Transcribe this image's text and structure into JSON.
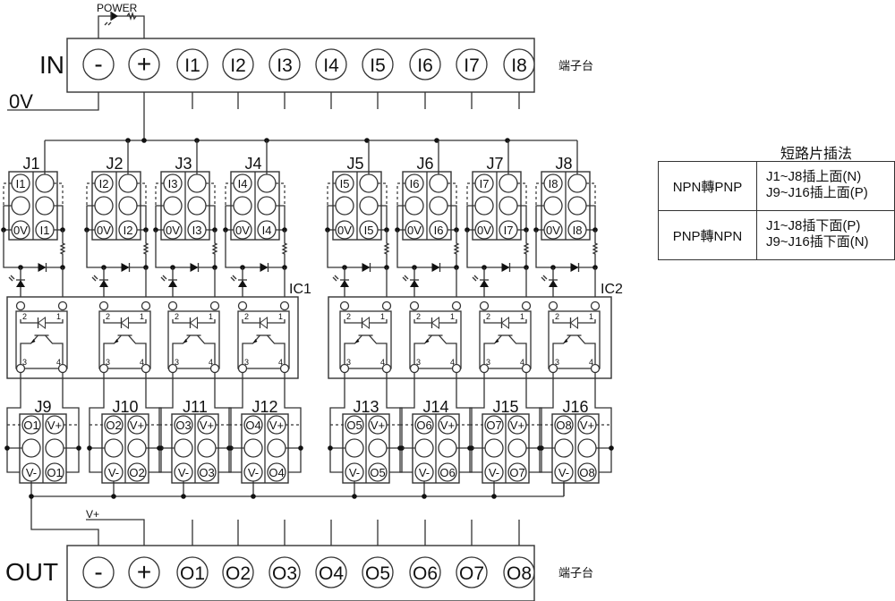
{
  "diagram": {
    "in_block": {
      "label": "IN",
      "terminals": [
        "-",
        "+",
        "I1",
        "I2",
        "I3",
        "I4",
        "I5",
        "I6",
        "I7",
        "I8"
      ],
      "side_label": "端子台"
    },
    "power_led_label": "POWER",
    "zero_v_label": "0V",
    "input_jumpers": [
      {
        "name": "J1",
        "pins": [
          "I1",
          "",
          "",
          "",
          "0V",
          "I1"
        ]
      },
      {
        "name": "J2",
        "pins": [
          "I2",
          "",
          "",
          "",
          "0V",
          "I2"
        ]
      },
      {
        "name": "J3",
        "pins": [
          "I3",
          "",
          "",
          "",
          "0V",
          "I3"
        ]
      },
      {
        "name": "J4",
        "pins": [
          "I4",
          "",
          "",
          "",
          "0V",
          "I4"
        ]
      },
      {
        "name": "J5",
        "pins": [
          "I5",
          "",
          "",
          "",
          "0V",
          "I5"
        ]
      },
      {
        "name": "J6",
        "pins": [
          "I6",
          "",
          "",
          "",
          "0V",
          "I6"
        ]
      },
      {
        "name": "J7",
        "pins": [
          "I7",
          "",
          "",
          "",
          "0V",
          "I7"
        ]
      },
      {
        "name": "J8",
        "pins": [
          "I8",
          "",
          "",
          "",
          "0V",
          "I8"
        ]
      }
    ],
    "ic_labels": [
      "IC1",
      "IC2"
    ],
    "opto_pin_labels": [
      "2",
      "1",
      "3",
      "4"
    ],
    "output_jumpers": [
      {
        "name": "J9",
        "pins": [
          "O1",
          "V+",
          "",
          "",
          "V-",
          "O1"
        ]
      },
      {
        "name": "J10",
        "pins": [
          "O2",
          "V+",
          "",
          "",
          "V-",
          "O2"
        ]
      },
      {
        "name": "J11",
        "pins": [
          "O3",
          "V+",
          "",
          "",
          "V-",
          "O3"
        ]
      },
      {
        "name": "J12",
        "pins": [
          "O4",
          "V+",
          "",
          "",
          "V-",
          "O4"
        ]
      },
      {
        "name": "J13",
        "pins": [
          "O5",
          "V+",
          "",
          "",
          "V-",
          "O5"
        ]
      },
      {
        "name": "J14",
        "pins": [
          "O6",
          "V+",
          "",
          "",
          "V-",
          "O6"
        ]
      },
      {
        "name": "J15",
        "pins": [
          "O7",
          "V+",
          "",
          "",
          "V-",
          "O7"
        ]
      },
      {
        "name": "J16",
        "pins": [
          "O8",
          "V+",
          "",
          "",
          "V-",
          "O8"
        ]
      }
    ],
    "v_plus_label": "V+",
    "out_block": {
      "label": "OUT",
      "terminals": [
        "-",
        "+",
        "O1",
        "O2",
        "O3",
        "O4",
        "O5",
        "O6",
        "O7",
        "O8"
      ],
      "side_label": "端子台"
    }
  },
  "legend": {
    "title": "短路片插法",
    "rows": [
      {
        "mode": "NPN轉PNP",
        "line1": "J1~J8插上面(N)",
        "line2": "J9~J16插上面(P)"
      },
      {
        "mode": "PNP轉NPN",
        "line1": "J1~J8插下面(P)",
        "line2": "J9~J16插下面(N)"
      }
    ]
  }
}
